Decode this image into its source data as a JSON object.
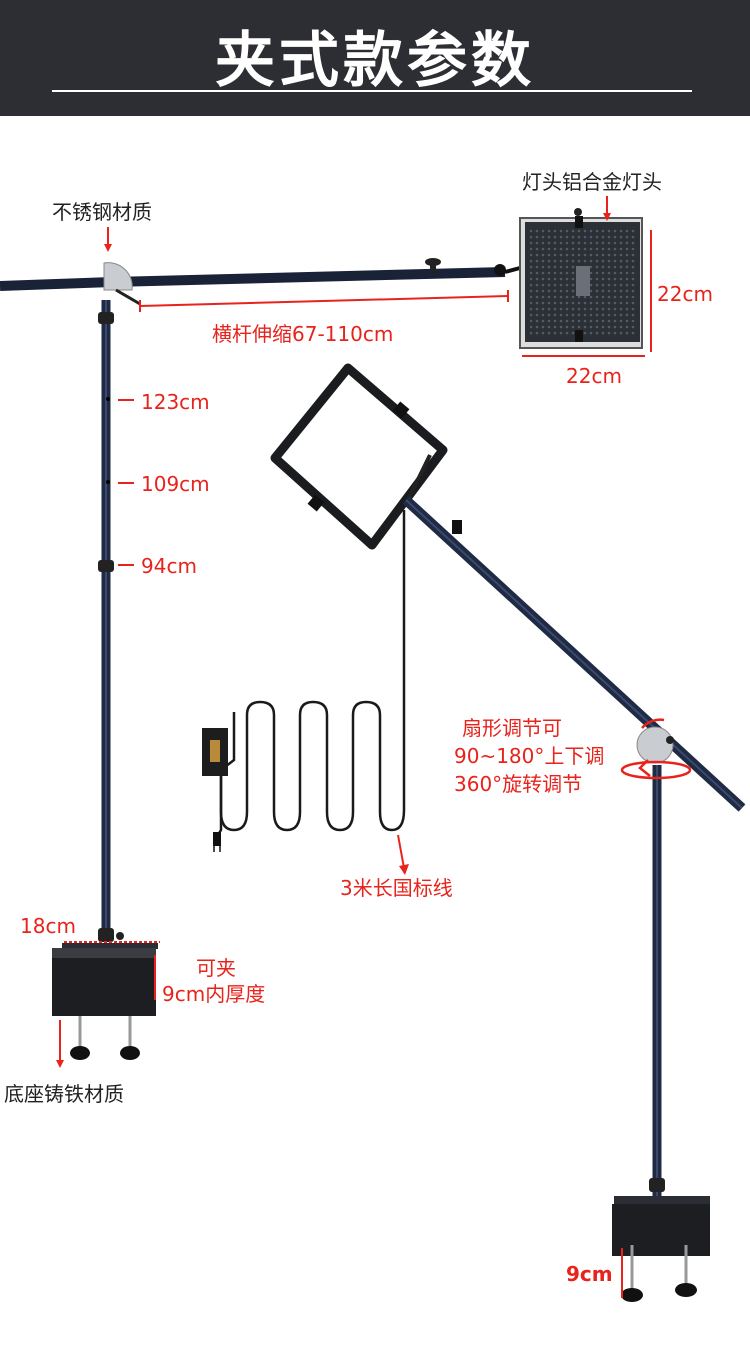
{
  "header": {
    "title": "夹式款参数"
  },
  "colors": {
    "header_bg": "#2d2e33",
    "accent_red": "#e8231c",
    "pole": "#1f2a44",
    "panel": "#2b2f36"
  },
  "labels": {
    "stainless": "不锈钢材质",
    "lamp_head": "灯头铝合金灯头",
    "crossbar": "横杆伸缩67-110cm",
    "panel_height": "22cm",
    "panel_width": "22cm",
    "height_123": "123cm",
    "height_109": "109cm",
    "height_94": "94cm",
    "fan_line1": "扇形调节可",
    "fan_line2": "90~180°上下调",
    "fan_line3": "360°旋转调节",
    "cable": "3米长国标线",
    "base_width": "18cm",
    "clamp_line1": "可夹",
    "clamp_line2": "9cm内厚度",
    "base_material": "底座铸铁材质",
    "clamp_depth": "9cm"
  }
}
